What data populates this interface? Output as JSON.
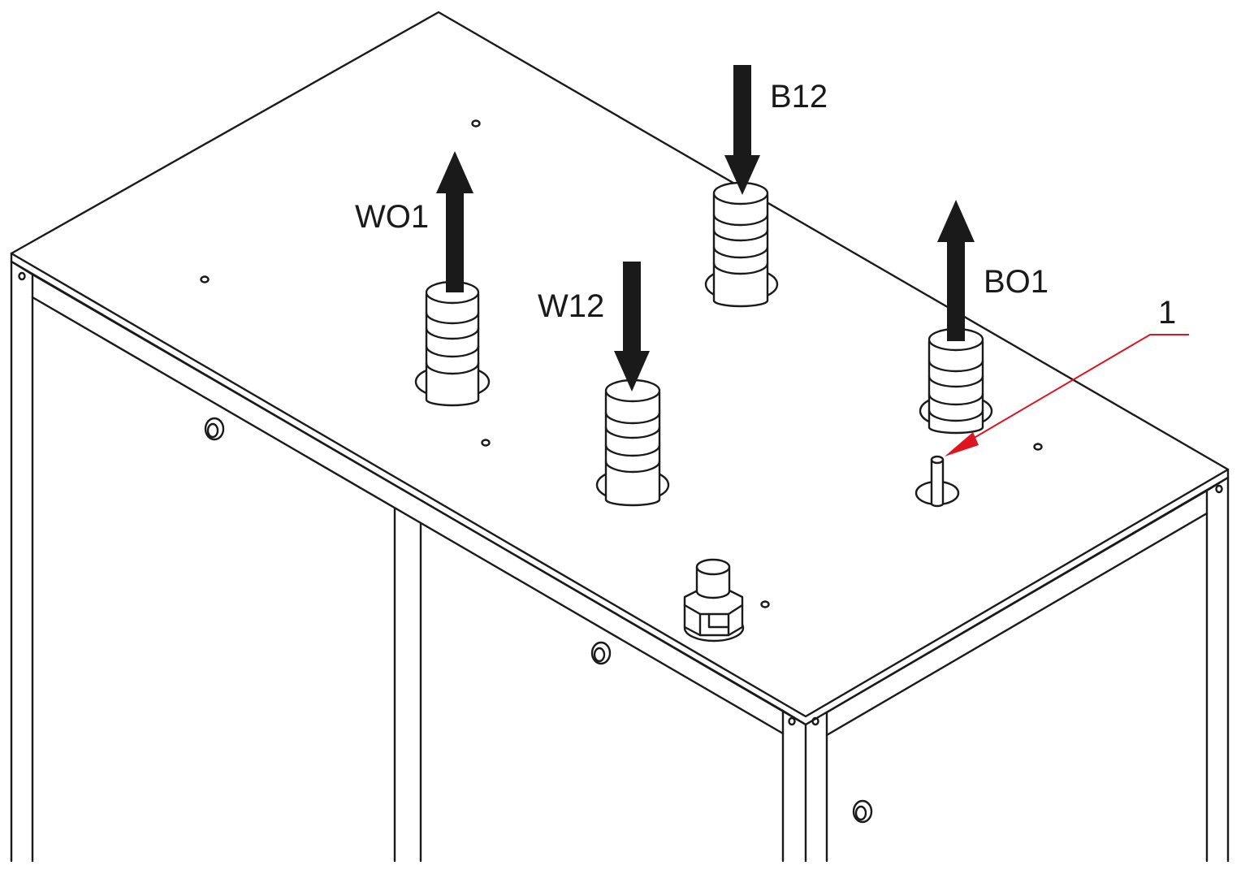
{
  "diagram": {
    "labels": {
      "wo1": "WO1",
      "w12": "W12",
      "b12": "B12",
      "bo1": "BO1",
      "callout": "1"
    },
    "colors": {
      "line": "#1a1a1a",
      "arrow": "#1a1a1a",
      "callout": "#e0141e",
      "background": "#ffffff"
    }
  }
}
